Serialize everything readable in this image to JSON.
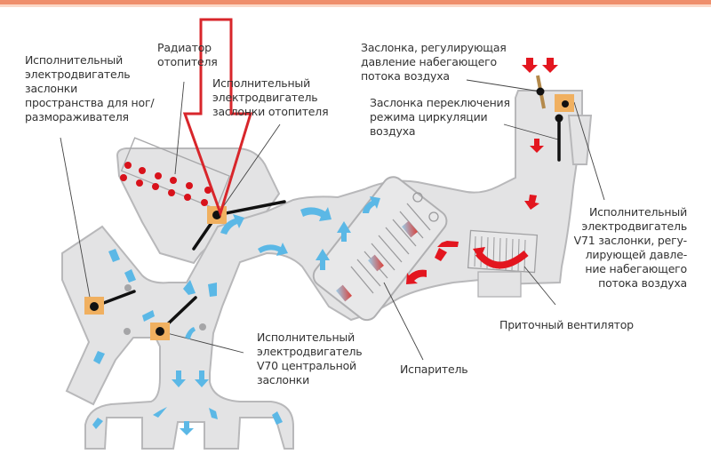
{
  "title": "Схема климатической установки",
  "colors": {
    "top_bar": "#ef8f6c",
    "duct_fill": "#e3e3e4",
    "duct_stroke": "#b8b8ba",
    "cold_air": "#5bb8e6",
    "warm_air": "#e3161f",
    "actuator": "#f0b060",
    "flap": "#111111",
    "highlight_arrow": "#d8262b"
  },
  "labels": {
    "footwell_actuator": "Исполнительный\nэлектродвигатель\nзаслонки\nпространства для ног/\nразмораживателя",
    "heater_core": "Радиатор\nотопителя",
    "heater_flap_actuator": "Исполнительный\nэлектродвигатель\nзаслонки отопителя",
    "ram_air_flap": "Заслонка, регулирующая\nдавление набегающего\nпотока воздуха",
    "recirculation_flap": "Заслонка переключения\nрежима циркуляции\nвоздуха",
    "v71_actuator": "Исполнительный\nэлектродвигатель\nV71 заслонки, регу-\nлирующей давле-\nние набегающего\nпотока воздуха",
    "blower": "Приточный вентилятор",
    "evaporator": "Испаритель",
    "v70_actuator": "Исполнительный\nэлектродвигатель\nV70 центральной\nзаслонки"
  }
}
